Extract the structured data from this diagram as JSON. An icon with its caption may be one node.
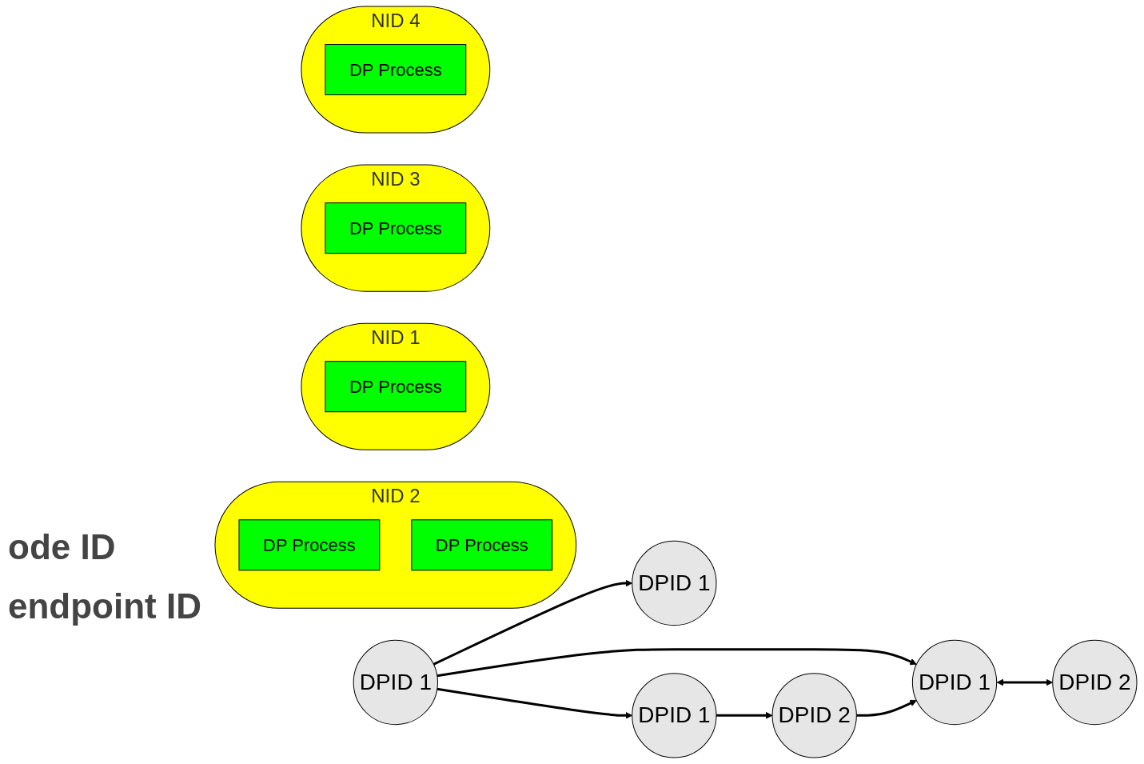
{
  "diagram": {
    "nodes": [
      {
        "text": [
          "NID 2"
        ]
      },
      {
        "text": [
          "DP Process"
        ],
        "in": 0
      },
      {
        "text": [
          "DP Process"
        ],
        "in": 0
      },
      {
        "text": [
          "DPID 1"
        ]
      },
      {
        "text": [
          "DPID 2"
        ]
      },
      {
        "text": [
          "NID 1"
        ]
      },
      {
        "text": [
          "DP Process"
        ],
        "in": 5
      },
      {
        "text": [
          "DPID 1"
        ]
      },
      {
        "text": [
          "NID 3"
        ]
      },
      {
        "text": [
          "DP Process"
        ],
        "in": 8
      },
      {
        "text": [
          "DPID 1"
        ]
      },
      {
        "text": [
          "NID 4"
        ]
      },
      {
        "text": [
          "DP Process"
        ],
        "in": 11
      },
      {
        "text": [
          "DPID 1"
        ]
      },
      {
        "text": [
          "DPID 2"
        ]
      }
    ],
    "edges": [
      {
        "from": 7,
        "to": 3,
        "arrow": "to"
      },
      {
        "from": 7,
        "to": 13,
        "arrow": "to"
      },
      {
        "from": 7,
        "to": 10,
        "arrow": "to"
      },
      {
        "from": 3,
        "to": 14,
        "arrow": "both"
      },
      {
        "from": 13,
        "to": 4,
        "arrow": "to"
      },
      {
        "from": 4,
        "to": 3,
        "arrow": "to"
      }
    ],
    "labels": [
      "ode ID",
      "endpoint ID"
    ]
  }
}
